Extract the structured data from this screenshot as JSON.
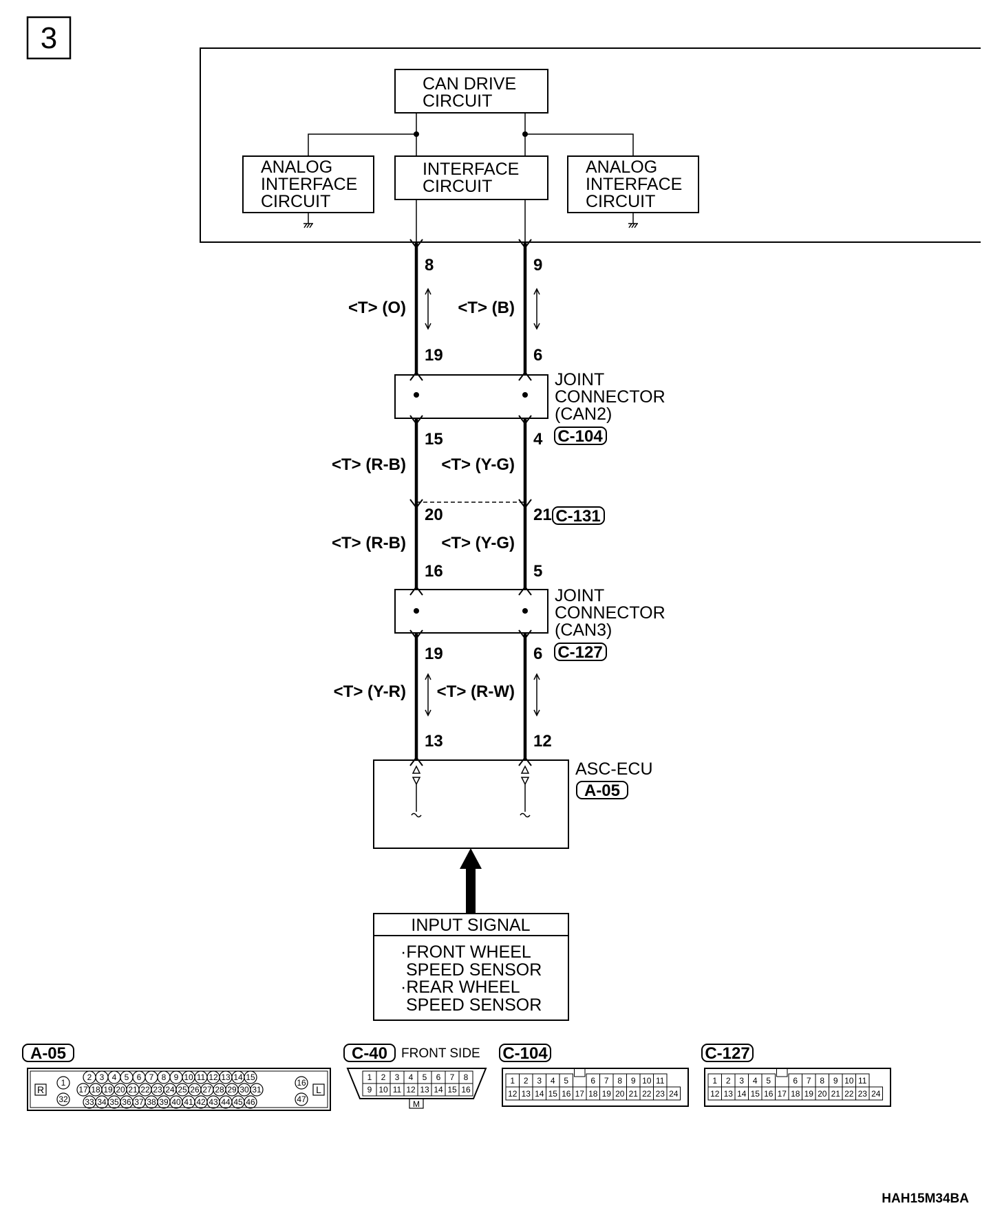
{
  "page_number": "3",
  "ecu_box": {
    "can_drive_circuit": [
      "CAN DRIVE",
      "CIRCUIT"
    ],
    "left_analog": [
      "ANALOG",
      "INTERFACE",
      "CIRCUIT"
    ],
    "interface_circuit": [
      "INTERFACE",
      "CIRCUIT"
    ],
    "right_analog": [
      "ANALOG",
      "INTERFACE",
      "CIRCUIT"
    ]
  },
  "wires": {
    "seg1": {
      "left_top_pin": "8",
      "right_top_pin": "9",
      "left_label": "<T> (O)",
      "right_label": "<T> (B)",
      "left_bottom_pin": "19",
      "right_bottom_pin": "6"
    },
    "seg2": {
      "left_top_pin": "15",
      "right_top_pin": "4",
      "left_label": "<T> (R-B)",
      "right_label": "<T> (Y-G)"
    },
    "seg3": {
      "left_top_pin": "20",
      "right_top_pin": "21",
      "left_label": "<T> (R-B)",
      "right_label": "<T> (Y-G)",
      "left_bottom_pin": "16",
      "right_bottom_pin": "5"
    },
    "seg4": {
      "left_top_pin": "19",
      "right_top_pin": "6",
      "left_label": "<T> (Y-R)",
      "right_label": "<T> (R-W)",
      "left_bottom_pin": "13",
      "right_bottom_pin": "12"
    }
  },
  "joint_can2": {
    "lines": [
      "JOINT",
      "CONNECTOR",
      "(CAN2)"
    ],
    "connector_id": "C-104"
  },
  "inline_connector": {
    "connector_id": "C-131"
  },
  "joint_can3": {
    "lines": [
      "JOINT",
      "CONNECTOR",
      "(CAN3)"
    ],
    "connector_id": "C-127"
  },
  "asc_ecu": {
    "name": "ASC-ECU",
    "connector_id": "A-05"
  },
  "input_signal": {
    "title": "INPUT SIGNAL",
    "lines": [
      "·FRONT WHEEL",
      "SPEED SENSOR",
      "·REAR WHEEL",
      "SPEED SENSOR"
    ]
  },
  "connector_views": {
    "a05": {
      "id": "A-05",
      "left_tag": "R",
      "right_tag": "L",
      "pins": [
        "1",
        "2",
        "3",
        "4",
        "5",
        "6",
        "7",
        "8",
        "9",
        "10",
        "11",
        "12",
        "13",
        "14",
        "15",
        "16",
        "17",
        "18",
        "19",
        "20",
        "21",
        "22",
        "23",
        "24",
        "25",
        "26",
        "27",
        "28",
        "29",
        "30",
        "31",
        "32",
        "33",
        "34",
        "35",
        "36",
        "37",
        "38",
        "39",
        "40",
        "41",
        "42",
        "43",
        "44",
        "45",
        "46",
        "47"
      ]
    },
    "c40": {
      "id": "C-40",
      "caption": "FRONT SIDE",
      "pins": [
        "1",
        "2",
        "3",
        "4",
        "5",
        "6",
        "7",
        "8",
        "9",
        "10",
        "11",
        "12",
        "13",
        "14",
        "15",
        "16"
      ],
      "marker": "M"
    },
    "c104": {
      "id": "C-104",
      "pins": [
        "1",
        "2",
        "3",
        "4",
        "5",
        "6",
        "7",
        "8",
        "9",
        "10",
        "11",
        "12",
        "13",
        "14",
        "15",
        "16",
        "17",
        "18",
        "19",
        "20",
        "21",
        "22",
        "23",
        "24"
      ]
    },
    "c127": {
      "id": "C-127",
      "pins": [
        "1",
        "2",
        "3",
        "4",
        "5",
        "6",
        "7",
        "8",
        "9",
        "10",
        "11",
        "12",
        "13",
        "14",
        "15",
        "16",
        "17",
        "18",
        "19",
        "20",
        "21",
        "22",
        "23",
        "24"
      ]
    }
  },
  "footer_code": "HAH15M34BA"
}
